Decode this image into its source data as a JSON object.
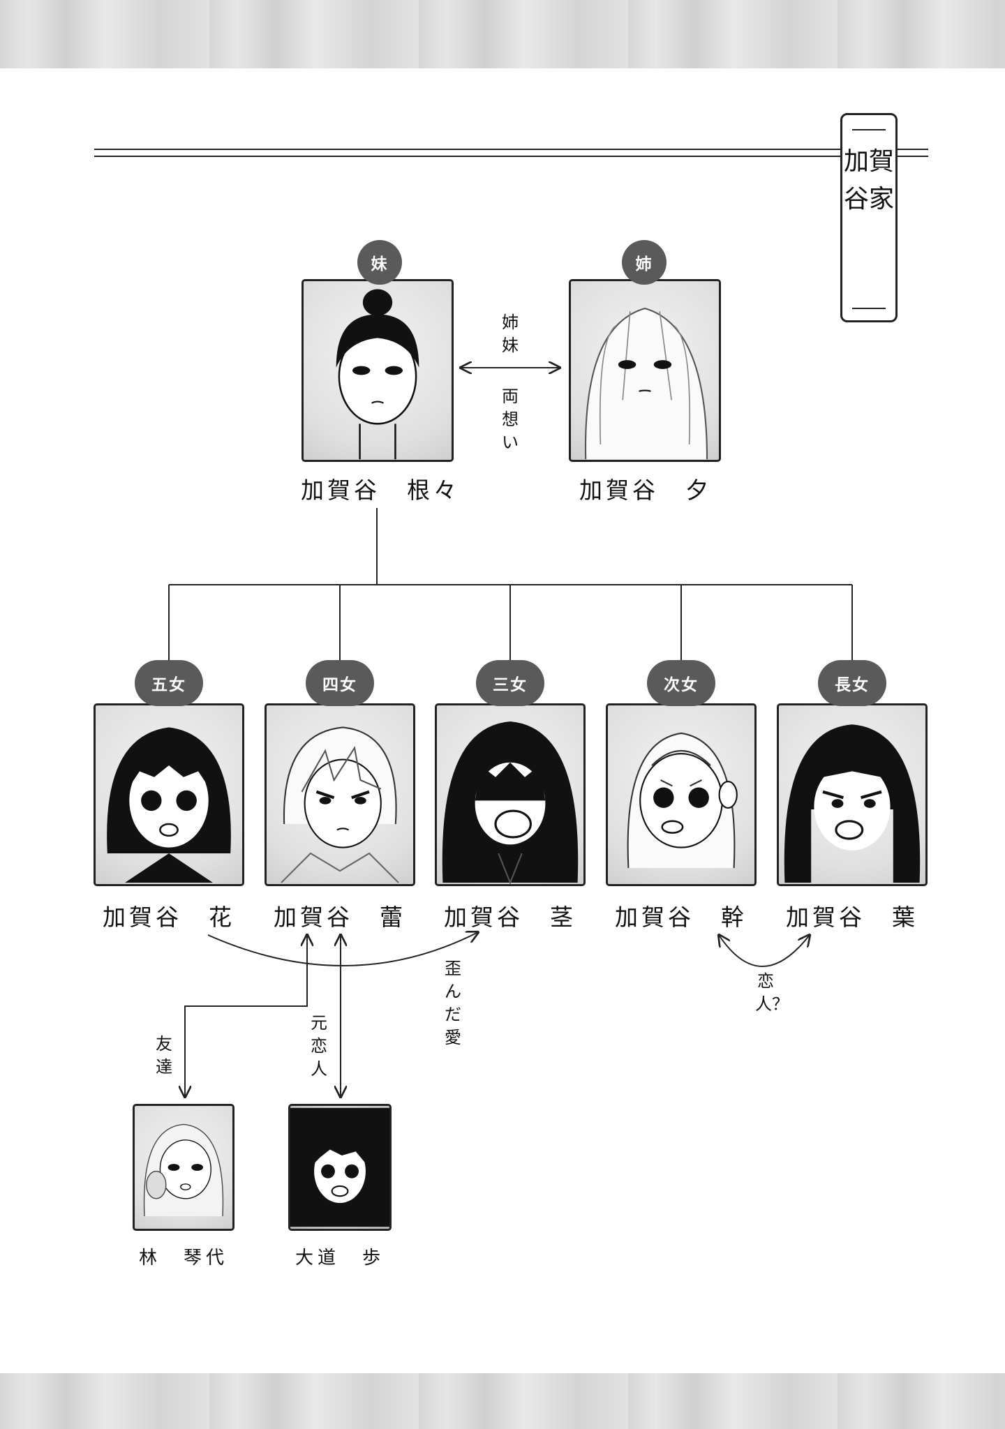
{
  "family_title": "加賀谷家",
  "parents": [
    {
      "role": "妹",
      "name": "加賀谷　根々"
    },
    {
      "role": "姉",
      "name": "加賀谷　夕"
    }
  ],
  "parent_relation": {
    "label_top": "姉妹",
    "label_bottom": "両想い"
  },
  "children": [
    {
      "role": "五女",
      "name": "加賀谷　花"
    },
    {
      "role": "四女",
      "name": "加賀谷　蕾"
    },
    {
      "role": "三女",
      "name": "加賀谷　茎"
    },
    {
      "role": "次女",
      "name": "加賀谷　幹"
    },
    {
      "role": "長女",
      "name": "加賀谷　葉"
    }
  ],
  "relations": {
    "twisted_love": "歪んだ愛",
    "lovers_maybe": "恋人？",
    "friends": "友達",
    "ex_lovers": "元恋人"
  },
  "others": [
    {
      "name": "林　琴代"
    },
    {
      "name": "大道　歩"
    }
  ]
}
